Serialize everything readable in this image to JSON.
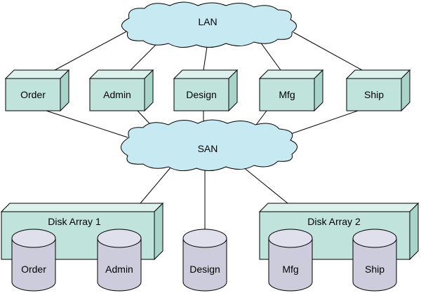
{
  "networks": {
    "lan": {
      "label": "LAN"
    },
    "san": {
      "label": "SAN"
    }
  },
  "servers": [
    {
      "label": "Order"
    },
    {
      "label": "Admin"
    },
    {
      "label": "Design"
    },
    {
      "label": "Mfg"
    },
    {
      "label": "Ship"
    }
  ],
  "arrays": [
    {
      "label": "Disk Array 1",
      "disks": [
        "Order",
        "Admin"
      ]
    },
    {
      "label": "Disk Array 2",
      "disks": [
        "Mfg",
        "Ship"
      ]
    }
  ],
  "standalone_disk": {
    "label": "Design"
  },
  "colors": {
    "cloud": "#c6e9f2",
    "server_front": "#c0e4dc",
    "server_top": "#dcf1ec",
    "server_side": "#a8d4ca",
    "array_face": "#c0e4dc",
    "disk": "#ccccdd",
    "disk_top": "#e0e0ec",
    "outline": "#000000"
  }
}
